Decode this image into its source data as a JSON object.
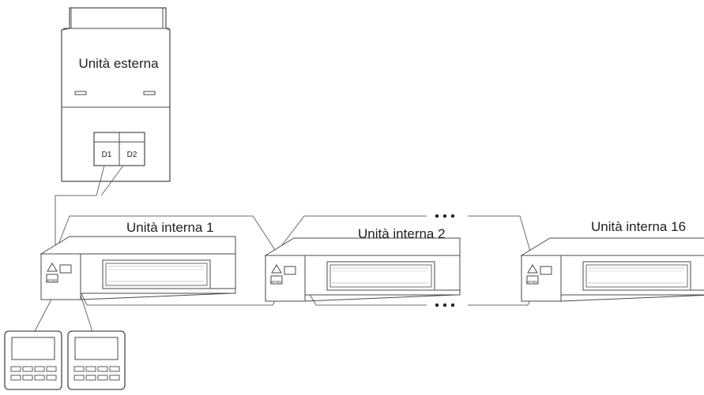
{
  "outdoor_unit": {
    "label": "Unità esterna",
    "terminals": [
      "D1",
      "D2"
    ]
  },
  "indoor_units": [
    {
      "label": "Unità interna 1"
    },
    {
      "label": "Unità interna 2"
    },
    {
      "label": "Unità interna 16"
    }
  ],
  "colors": {
    "line": "#6a6a6a",
    "outline": "#4a4a4a",
    "background": "#ffffff"
  },
  "icons": [
    "outdoor-unit-icon",
    "ducted-indoor-unit-icon",
    "wired-controller-icon",
    "ellipsis-dots"
  ]
}
